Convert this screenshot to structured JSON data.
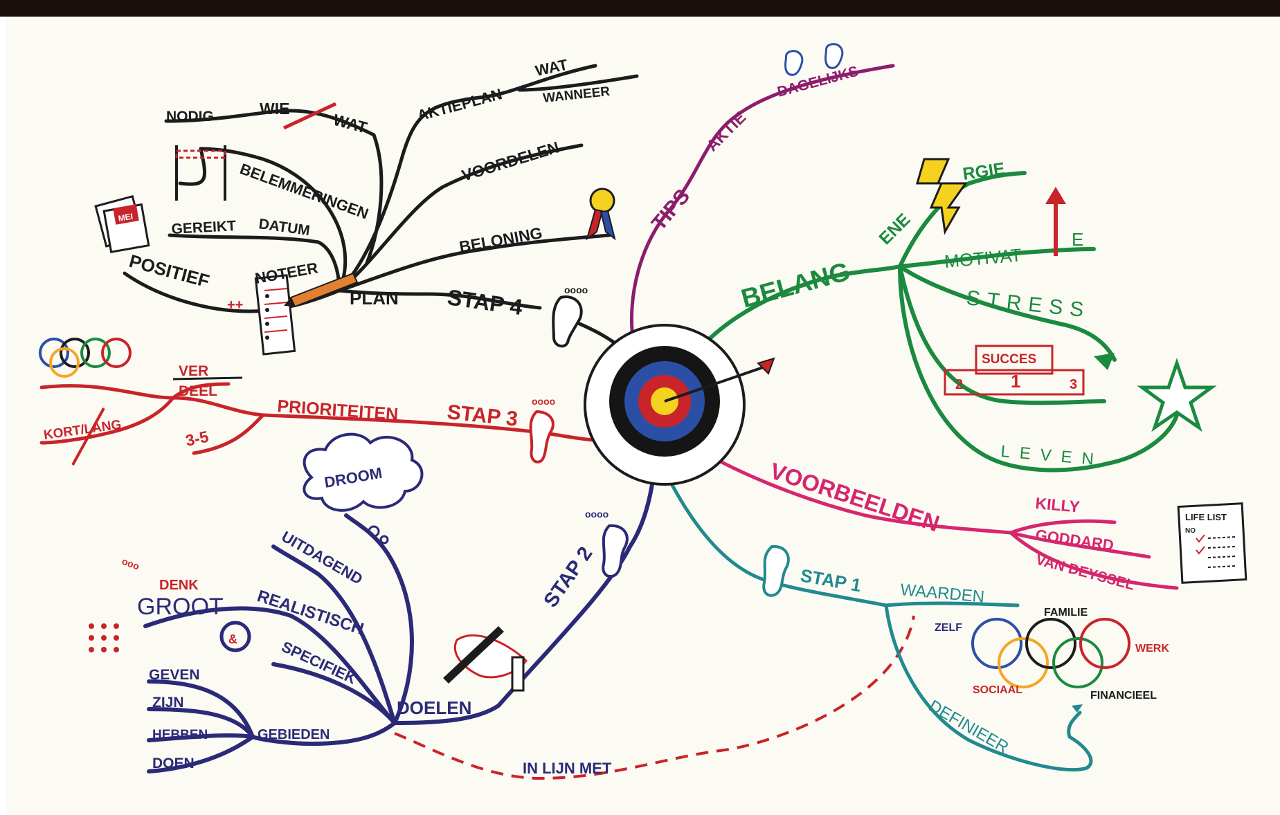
{
  "black_branch": {
    "stap": "STAP 4",
    "plan": "PLAN",
    "noteer": "NOTEER",
    "positief": "POSITIEF",
    "plusplus": "++",
    "gereikt": "GEREIKT",
    "datum": "DATUM",
    "belemmeringen": "BELEMMERINGEN",
    "nodig": "NODIG",
    "wie": "WIE",
    "wat": "WAT",
    "aktieplan": "AKTIEPLAN",
    "wat2": "WAT",
    "wanneer": "WANNEER",
    "voordelen": "VOORDELEN",
    "beloning": "BELONING",
    "calendar_mark": "MEI",
    "footprint_dots": "oooo"
  },
  "red_branch": {
    "stap": "STAP 3",
    "prioriteiten": "PRIORITEITEN",
    "ver": "VER",
    "deel": "DEEL",
    "kort_lang": "KORT/LANG",
    "range": "3-5",
    "footprint_dots": "oooo"
  },
  "navy_branch": {
    "stap": "STAP 2",
    "doelen": "DOELEN",
    "droom": "DROOM",
    "uitdagend": "UITDAGEND",
    "realistisch": "REALISTISCH",
    "specifiek": "SPECIFIEK",
    "denk": "DENK",
    "denk_dots": "ooo",
    "groot": "GROOT",
    "amp": "&",
    "gebieden": "GEBIEDEN",
    "geven": "GEVEN",
    "zijn": "ZIJN",
    "hebben": "HEBBEN",
    "doen": "DOEN",
    "in_lijn_met": "IN LIJN MET",
    "footprint_dots": "oooo"
  },
  "purple_branch": {
    "tips": "TIPS",
    "aktie": "AKTIE",
    "dagelijks": "DAGELIJKS"
  },
  "green_branch": {
    "belang": "BELANG",
    "energie_a": "ENE",
    "energie_b": "RGIE",
    "motivatie": "MOTIVAT",
    "motivatie_e": "E",
    "stress": "STRESS",
    "succes": "SUCCES",
    "podium_1": "1",
    "podium_2": "2",
    "podium_3": "3",
    "leven": "LEVEN"
  },
  "pink_branch": {
    "voorbeelden": "VOORBEELDEN",
    "killy": "KILLY",
    "goddard": "GODDARD",
    "van_deyssel": "VAN DEYSSEL",
    "life_list": "LIFE LIST",
    "life_list_no": "NO"
  },
  "teal_branch": {
    "stap": "STAP 1",
    "waarden": "WAARDEN",
    "zelf": "ZELF",
    "familie": "FAMILIE",
    "werk": "WERK",
    "sociaal": "SOCIAAL",
    "financieel": "FINANCIEEL",
    "definieer": "DEFINIEER"
  },
  "colors": {
    "black": "#1c1c1c",
    "red": "#c8242a",
    "green": "#1b8a3f",
    "pink": "#d6266e",
    "teal": "#218a8f",
    "navy": "#2b2a78",
    "purple": "#8c1d6e",
    "target_blue": "#2c4fa6",
    "target_yellow": "#f5d21f",
    "paper": "#fbfaf3"
  }
}
